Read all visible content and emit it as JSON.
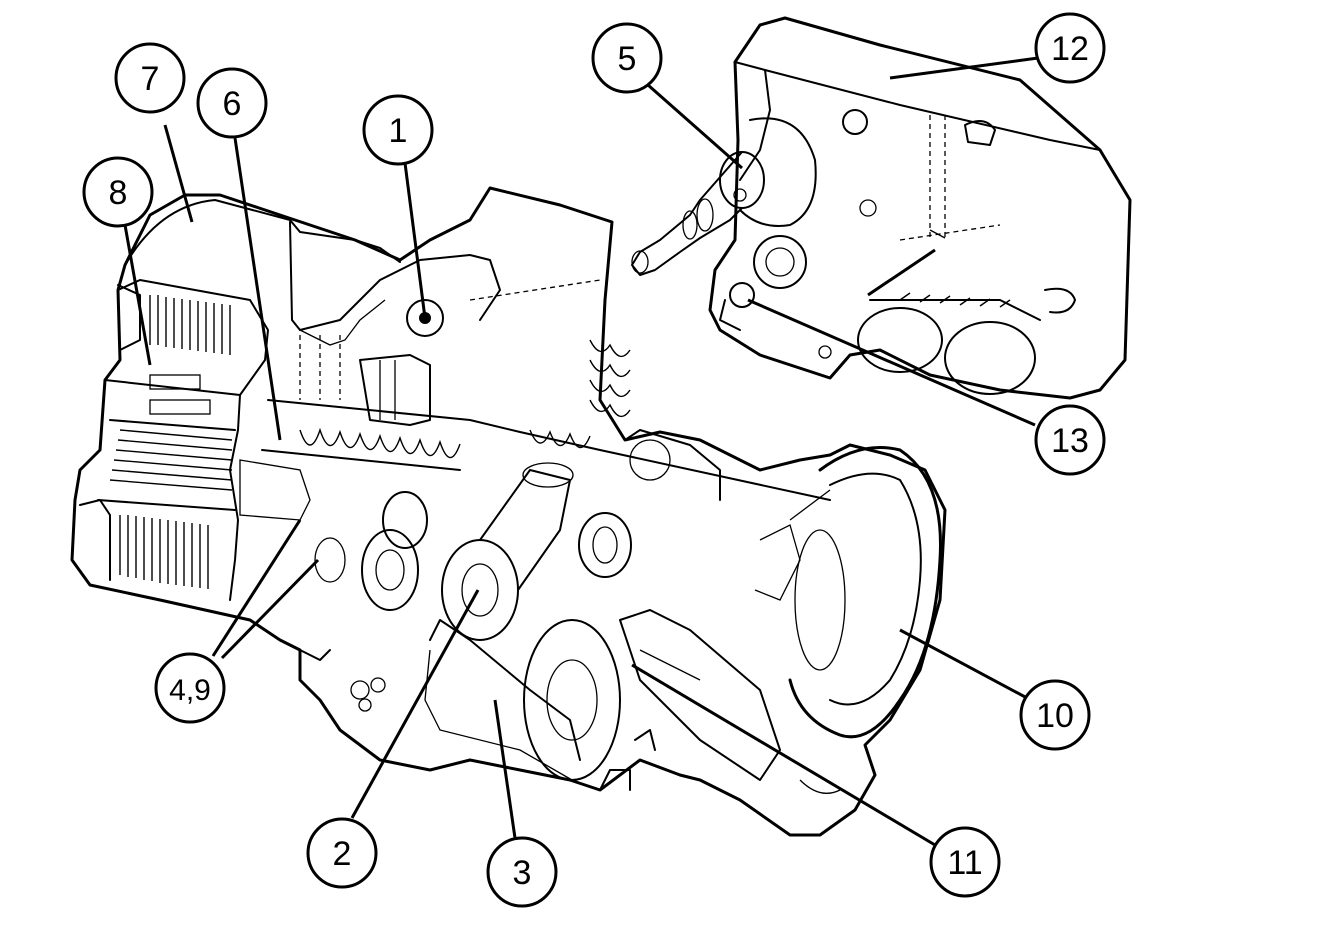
{
  "callouts": [
    {
      "id": "c1",
      "label": "1"
    },
    {
      "id": "c2",
      "label": "2"
    },
    {
      "id": "c3",
      "label": "3"
    },
    {
      "id": "c49",
      "label": "4,9"
    },
    {
      "id": "c5",
      "label": "5"
    },
    {
      "id": "c6",
      "label": "6"
    },
    {
      "id": "c7",
      "label": "7"
    },
    {
      "id": "c8",
      "label": "8"
    },
    {
      "id": "c10",
      "label": "10"
    },
    {
      "id": "c11",
      "label": "11"
    },
    {
      "id": "c12",
      "label": "12"
    },
    {
      "id": "c13",
      "label": "13"
    }
  ]
}
